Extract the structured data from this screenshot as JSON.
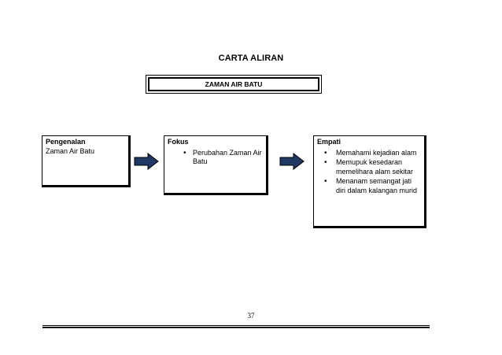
{
  "title": "CARTA ALIRAN",
  "header": "ZAMAN AIR BATU",
  "cards": [
    {
      "heading": "Pengenalan",
      "body": "Zaman Air Batu"
    },
    {
      "heading": "Fokus",
      "items": [
        "Perubahan Zaman Air Batu"
      ]
    },
    {
      "heading": "Empati",
      "items": [
        "Memahami kejadian alam",
        "Memupuk kesedaran memelihara alam sekitar",
        "Menanam semangat jati diri dalam kalangan murid"
      ]
    }
  ],
  "page_number": "37",
  "colors": {
    "arrow_fill": "#1f3864",
    "line": "#000000"
  },
  "icons": [
    "arrow-right-icon"
  ]
}
